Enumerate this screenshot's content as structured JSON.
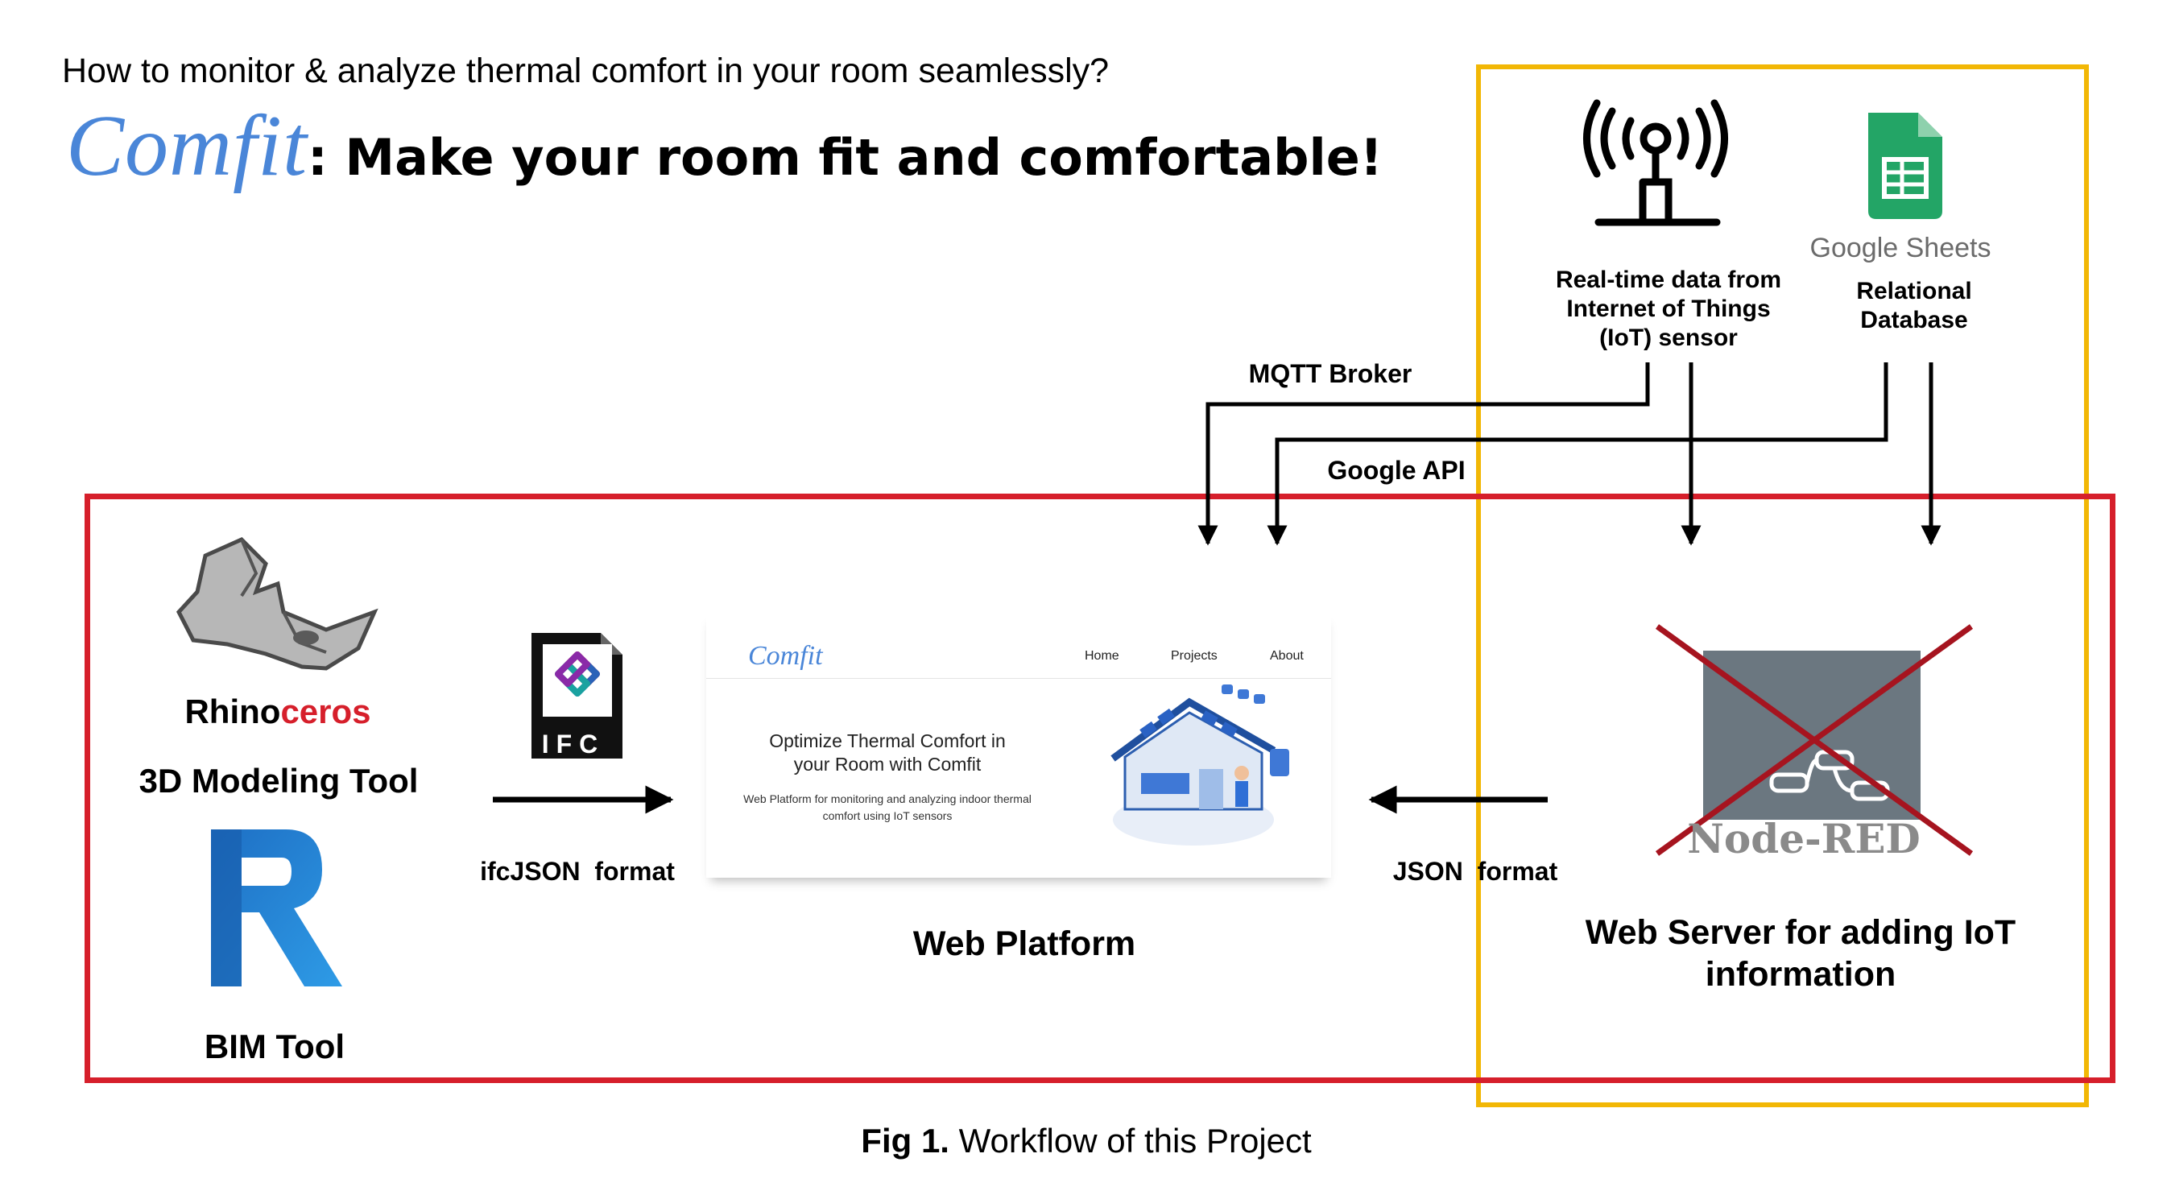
{
  "header": {
    "question": "How to monitor & analyze thermal comfort in your room seamlessly?",
    "brand": "Comfit",
    "tagline": ": Make your room fit and comfortable!"
  },
  "sources": {
    "iot_label": "Real-time data from Internet of Things (IoT) sensor",
    "iot_lines": [
      "Real-time data from",
      "Internet of Things",
      "(IoT) sensor"
    ],
    "sheets_logo_text": "Google Sheets",
    "db_lines": [
      "Relational",
      "Database"
    ]
  },
  "connections": {
    "mqtt": "MQTT Broker",
    "google_api": "Google API",
    "ifcjson": "ifcJSON  format",
    "json": "JSON  format"
  },
  "tools": {
    "rhino_name_a": "Rhino",
    "rhino_name_b": "ceros",
    "rhino_caption": "3D Modeling Tool",
    "bim_caption": "BIM Tool",
    "ifc_badge": "IFC"
  },
  "web_platform": {
    "label": "Web Platform",
    "mock_brand": "Comfit",
    "nav": [
      "Home",
      "Projects",
      "About"
    ],
    "hero_title": "Optimize Thermal Comfort in your Room with Comfit",
    "hero_sub": "Web Platform for monitoring and analyzing indoor thermal comfort using IoT sensors"
  },
  "node_red": {
    "logo_text": "Node-RED",
    "label": "Web Server for adding IoT information"
  },
  "caption": {
    "bold": "Fig 1.",
    "text": " Workflow of this Project"
  },
  "colors": {
    "red_box": "#d61f2b",
    "yellow_box": "#f2b705",
    "brand_blue": "#4a86d8",
    "sheets_green": "#23a566",
    "revit_blue": "#1e6fc4",
    "nodered_gray": "#6b7780",
    "cross_red": "#a6141f"
  }
}
